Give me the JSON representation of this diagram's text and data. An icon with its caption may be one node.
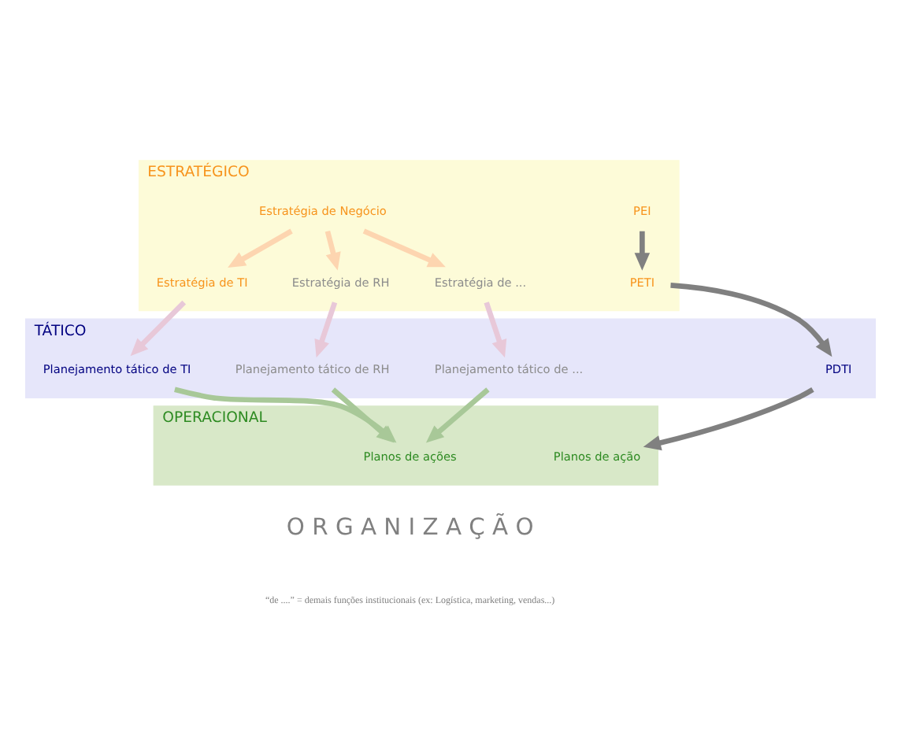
{
  "diagram": {
    "nodes": [
      {
        "text": [
          "ESTRATÉGICO"
        ]
      },
      {
        "text": [
          "Estratégia de Negócio"
        ],
        "in": 0
      },
      {
        "text": [
          "PEI"
        ],
        "in": 0
      },
      {
        "text": [
          "Estratégia de TI"
        ],
        "in": 0
      },
      {
        "text": [
          "Estratégia de RH"
        ],
        "in": 0
      },
      {
        "text": [
          "Estratégia de ..."
        ],
        "in": 0
      },
      {
        "text": [
          "PETI"
        ],
        "in": 0
      },
      {
        "text": [
          "TÁTICO"
        ]
      },
      {
        "text": [
          "Planejamento tático de TI"
        ],
        "in": 7
      },
      {
        "text": [
          "Planejamento tático de RH"
        ],
        "in": 7
      },
      {
        "text": [
          "Planejamento tático de ..."
        ],
        "in": 7
      },
      {
        "text": [
          "PDTI"
        ],
        "in": 7
      },
      {
        "text": [
          "OPERACIONAL"
        ]
      },
      {
        "text": [
          "Planos de ações"
        ],
        "in": 12
      },
      {
        "text": [
          "Planos de ação"
        ],
        "in": 12
      }
    ],
    "edges": [
      {
        "from": 1,
        "to": 3,
        "arrow": "to",
        "color": "#fdd5b0"
      },
      {
        "from": 1,
        "to": 4,
        "arrow": "to",
        "color": "#fdd5b0"
      },
      {
        "from": 1,
        "to": 5,
        "arrow": "to",
        "color": "#fdd5b0"
      },
      {
        "from": 3,
        "to": 8,
        "arrow": "to",
        "color": "#e8c8d8"
      },
      {
        "from": 4,
        "to": 9,
        "arrow": "to",
        "color": "#e8c8d8"
      },
      {
        "from": 5,
        "to": 10,
        "arrow": "to",
        "color": "#e8c8d8"
      },
      {
        "from": 8,
        "to": 13,
        "arrow": "to",
        "color": "#a8c898"
      },
      {
        "from": 9,
        "to": 13,
        "arrow": "to",
        "color": "#a8c898"
      },
      {
        "from": 10,
        "to": 13,
        "arrow": "to",
        "color": "#a8c898"
      },
      {
        "from": 2,
        "to": 6,
        "arrow": "to",
        "color": "#808080"
      },
      {
        "from": 6,
        "to": 11,
        "arrow": "to",
        "color": "#808080"
      },
      {
        "from": 11,
        "to": 14,
        "arrow": "to",
        "color": "#808080"
      }
    ],
    "labels": [
      "O R G A N I Z A Ç Ã O",
      "“de ....” = demais funções institucionais (ex: Logística, marketing, vendas...)"
    ]
  }
}
